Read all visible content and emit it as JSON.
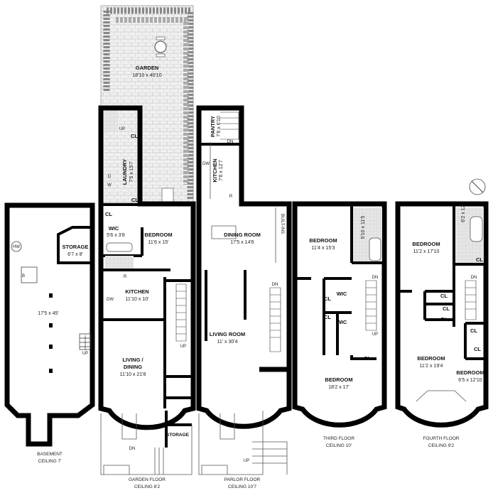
{
  "garden": {
    "label": "GARDEN",
    "dim": "18'10 x 40'10"
  },
  "basement": {
    "caption": "BASEMENT",
    "ceiling": "CEILING 7'",
    "storage_label": "STORAGE",
    "storage_dim": "6'7 x 8'",
    "main_dim": "17'5 x 45'",
    "hw": "HW",
    "b": "B",
    "up": "UP"
  },
  "garden_floor": {
    "caption": "GARDEN FLOOR",
    "ceiling": "CEILING 8'2",
    "laundry_label": "LAUNDRY",
    "laundry_dim": "7'5 x 15'7",
    "d": "D",
    "w": "W",
    "up": "UP",
    "cl": "CL",
    "wic_label": "WIC",
    "wic_dim": "5'6 x 3'8",
    "bedroom_label": "BEDROOM",
    "bedroom_dim": "11'6 x 15'",
    "r": "R",
    "dw": "DW",
    "kitchen_label": "KITCHEN",
    "kitchen_dim": "11'10 x 10'",
    "living_label_1": "LIVING /",
    "living_label_2": "DINING",
    "living_dim": "11'10 x 21'8",
    "dn": "DN",
    "storage_label": "STORAGE"
  },
  "parlor_floor": {
    "caption": "PARLOR FLOOR",
    "ceiling": "CEILING 10'7",
    "pantry_label": "PANTRY",
    "pantry_dim": "7'6 x 6'10",
    "kitchen_label": "KITCHEN",
    "kitchen_dim": "7'6 x 12'7",
    "dw": "DW",
    "r": "R",
    "dn": "DN",
    "up": "UP",
    "dining_label": "DINING ROOM",
    "dining_dim": "17'5 x 14'6",
    "builtins": "BUILT-INS",
    "living_label": "LIVING ROOM",
    "living_dim": "11' x 30'4"
  },
  "third_floor": {
    "caption": "THIRD FLOOR",
    "ceiling": "CEILING 10'",
    "bedroom1_label": "BEDROOM",
    "bedroom1_dim": "11'4 x 15'3",
    "bath_dim": "5'10 x 11'5",
    "wic": "WIC",
    "cl": "CL",
    "dn": "DN",
    "up": "UP",
    "bedroom2_label": "BEDROOM",
    "bedroom2_dim": "18'2 x 17'"
  },
  "fourth_floor": {
    "caption": "FOURTH FLOOR",
    "ceiling": "CEILING 9'2",
    "bedroom1_label": "BEDROOM",
    "bedroom1_dim": "11'2 x 17'10",
    "bath_dim": "6'2 x 12'",
    "cl": "CL",
    "dn": "DN",
    "bedroom2_label": "BEDROOM",
    "bedroom2_dim": "11'2 x 19'4",
    "bedroom3_label": "BEDROOM",
    "bedroom3_dim": "6'5 x 12'10"
  },
  "colors": {
    "wall": "#000000",
    "tile": "#e4e4e4",
    "background": "#ffffff"
  },
  "icons": [
    "compass-icon",
    "stair-icon",
    "toilet-icon",
    "bathtub-icon",
    "sink-icon",
    "door-swing-icon",
    "hedge-icon"
  ]
}
